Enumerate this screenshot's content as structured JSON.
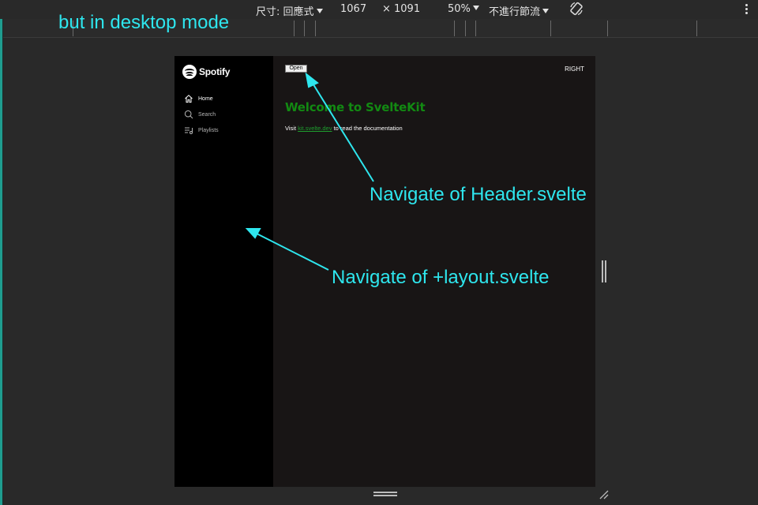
{
  "devtools": {
    "size_label": "尺寸: 回應式",
    "width": "1067",
    "times": "×",
    "height": "1091",
    "zoom": "50%",
    "throttle": "不進行節流"
  },
  "annotations": {
    "top": "but in desktop mode",
    "header_note": "Navigate of Header.svelte",
    "layout_note": "Navigate of +layout.svelte"
  },
  "app": {
    "logo_text": "Spotify",
    "nav": [
      {
        "label": "Home",
        "icon": "home-icon",
        "active": true
      },
      {
        "label": "Search",
        "icon": "search-icon",
        "active": false
      },
      {
        "label": "Playlists",
        "icon": "playlists-icon",
        "active": false
      }
    ],
    "header": {
      "open_button": "Open",
      "right_label": "RIGHT"
    },
    "main": {
      "title": "Welcome to SvelteKit",
      "visit_prefix": "Visit ",
      "link_text": "kit.svelte.dev",
      "visit_suffix": " to read the documentation"
    }
  },
  "colors": {
    "annotation": "#2ee6ee",
    "title_green": "#128a12",
    "link_green": "#1e9e2e",
    "sidebar_bg": "#000000",
    "content_bg": "#181515"
  }
}
